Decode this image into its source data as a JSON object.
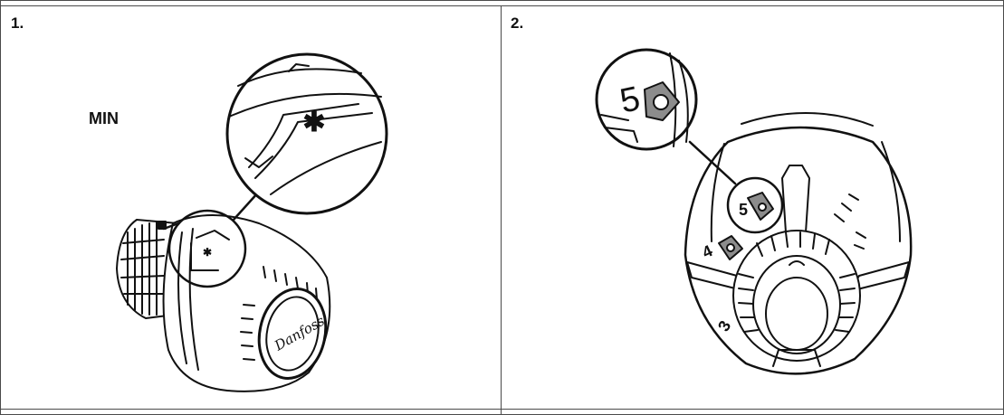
{
  "panels": [
    {
      "step": "1.",
      "label": "MIN",
      "callout_symbol": "✱",
      "logo": "Danfoss"
    },
    {
      "step": "2.",
      "callout_number": "5",
      "scale_numbers": [
        "5",
        "4",
        "3"
      ]
    }
  ],
  "colors": {
    "line": "#111111",
    "border": "#4a4a4a",
    "indicator": "#8c8c8c",
    "background": "#ffffff"
  }
}
